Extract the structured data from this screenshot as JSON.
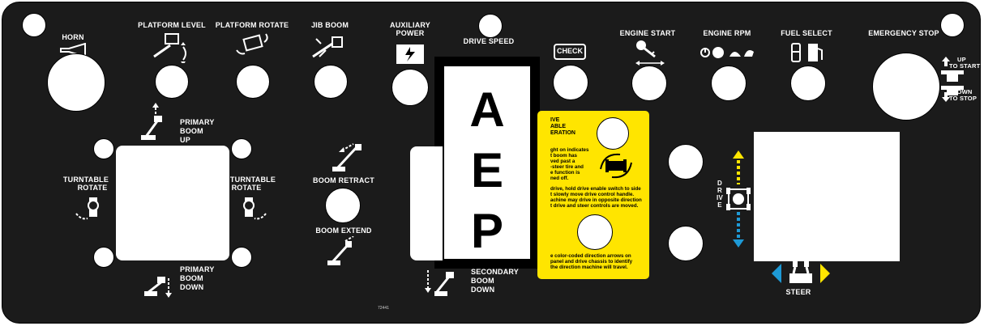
{
  "labels": {
    "horn": "HORN",
    "platform_level": "PLATFORM LEVEL",
    "platform_rotate": "PLATFORM ROTATE",
    "jib_boom": "JIB BOOM",
    "aux_power": [
      "AUXILIARY",
      "POWER"
    ],
    "drive_speed": "DRIVE SPEED",
    "engine_start": "ENGINE START",
    "engine_rpm": "ENGINE RPM",
    "fuel_select": "FUEL SELECT",
    "emergency_stop": "EMERGENCY STOP",
    "up_to_start": [
      "UP",
      "TO START"
    ],
    "down_to_stop": [
      "DOWN",
      "TO STOP"
    ],
    "primary_boom_up": [
      "PRIMARY",
      "BOOM",
      "UP"
    ],
    "primary_boom_down": [
      "PRIMARY",
      "BOOM",
      "DOWN"
    ],
    "turntable_rotate_left": [
      "TURNTABLE",
      "ROTATE"
    ],
    "turntable_rotate_right": [
      "TURNTABLE",
      "ROTATE"
    ],
    "boom_retract": "BOOM RETRACT",
    "boom_extend": "BOOM EXTEND",
    "secondary_boom_down": [
      "SECONDARY",
      "BOOM",
      "DOWN"
    ],
    "drive": "DRIVE",
    "steer": "STEER",
    "check": "CHECK",
    "part_number": "72441"
  },
  "aep": {
    "letters": [
      "A",
      "E",
      "P"
    ]
  },
  "drive_enable_card": {
    "heading": [
      "IVE",
      "ABLE",
      "ERATION"
    ],
    "para1": [
      "ght on indicates",
      "t boom has",
      "ved past a",
      "-steer tire and",
      "e function is",
      "ned off."
    ],
    "para2": [
      "drive, hold drive enable switch to side",
      "t slowly move drive control handle.",
      "achine may drive in opposite direction",
      "t drive and steer controls are moved."
    ],
    "para3": [
      "e color-coded direction arrows on",
      "panel and drive chassis to identify",
      "the direction machine will travel."
    ]
  },
  "colors": {
    "panel": "#1b1b1b",
    "card": "#ffe500",
    "arrow_yellow": "#ffe500",
    "arrow_blue": "#1e9ad6"
  }
}
